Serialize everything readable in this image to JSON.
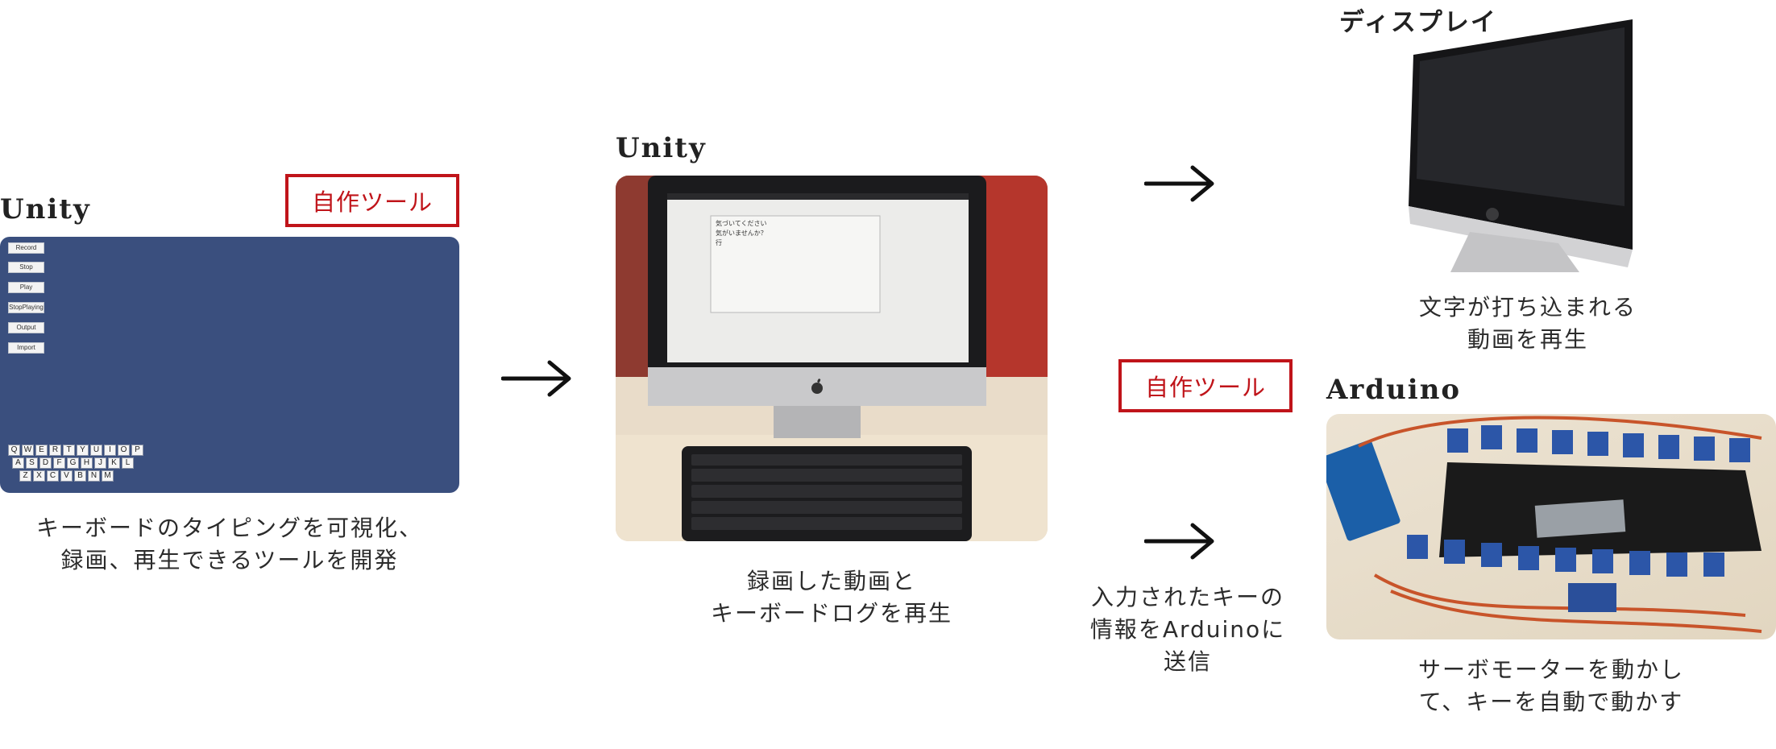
{
  "titles": {
    "unity_left": "Unity",
    "unity_center": "Unity",
    "display": "ディスプレイ",
    "arduino": "Arduino"
  },
  "badges": {
    "top": "自作ツール",
    "middle": "自作ツール"
  },
  "unity_tool": {
    "buttons": [
      "Record",
      "Stop",
      "Play",
      "StopPlaying",
      "Output",
      "Import"
    ],
    "keyboard_rows": [
      [
        "Q",
        "W",
        "E",
        "R",
        "T",
        "Y",
        "U",
        "I",
        "O",
        "P"
      ],
      [
        "A",
        "S",
        "D",
        "F",
        "G",
        "H",
        "J",
        "K",
        "L"
      ],
      [
        "Z",
        "X",
        "C",
        "V",
        "B",
        "N",
        "M"
      ]
    ]
  },
  "imac_screen": {
    "dialog_lines": [
      "気づいてください",
      "気がいませんか？",
      "行"
    ]
  },
  "captions": {
    "unity_tool": [
      "キーボードのタイピングを可視化、",
      "録画、再生できるツールを開発"
    ],
    "imac": [
      "録画した動画と",
      "キーボードログを再生"
    ],
    "send": [
      "入力されたキーの",
      "情報をArduinoに",
      "送信"
    ],
    "display": [
      "文字が打ち込まれる",
      "動画を再生"
    ],
    "arduino": [
      "サーボモーターを動かし",
      "て、キーを自動で動かす"
    ]
  },
  "colors": {
    "accent_red": "#c0141a",
    "unity_panel": "#3a4f7e"
  },
  "icons": [
    "arrow-right-icon",
    "apple-logo-icon"
  ]
}
